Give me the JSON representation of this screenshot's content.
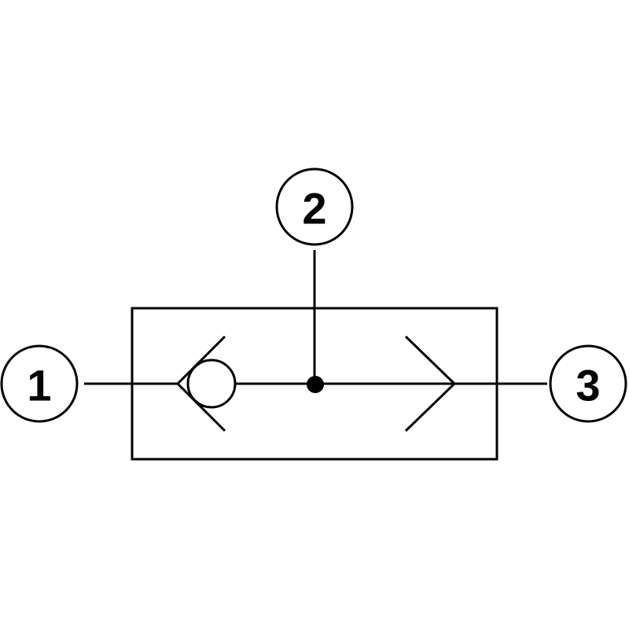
{
  "ports": {
    "port_1": {
      "label": "1"
    },
    "port_2": {
      "label": "2"
    },
    "port_3": {
      "label": "3"
    }
  },
  "colors": {
    "line": "#000000",
    "background": "#ffffff"
  }
}
